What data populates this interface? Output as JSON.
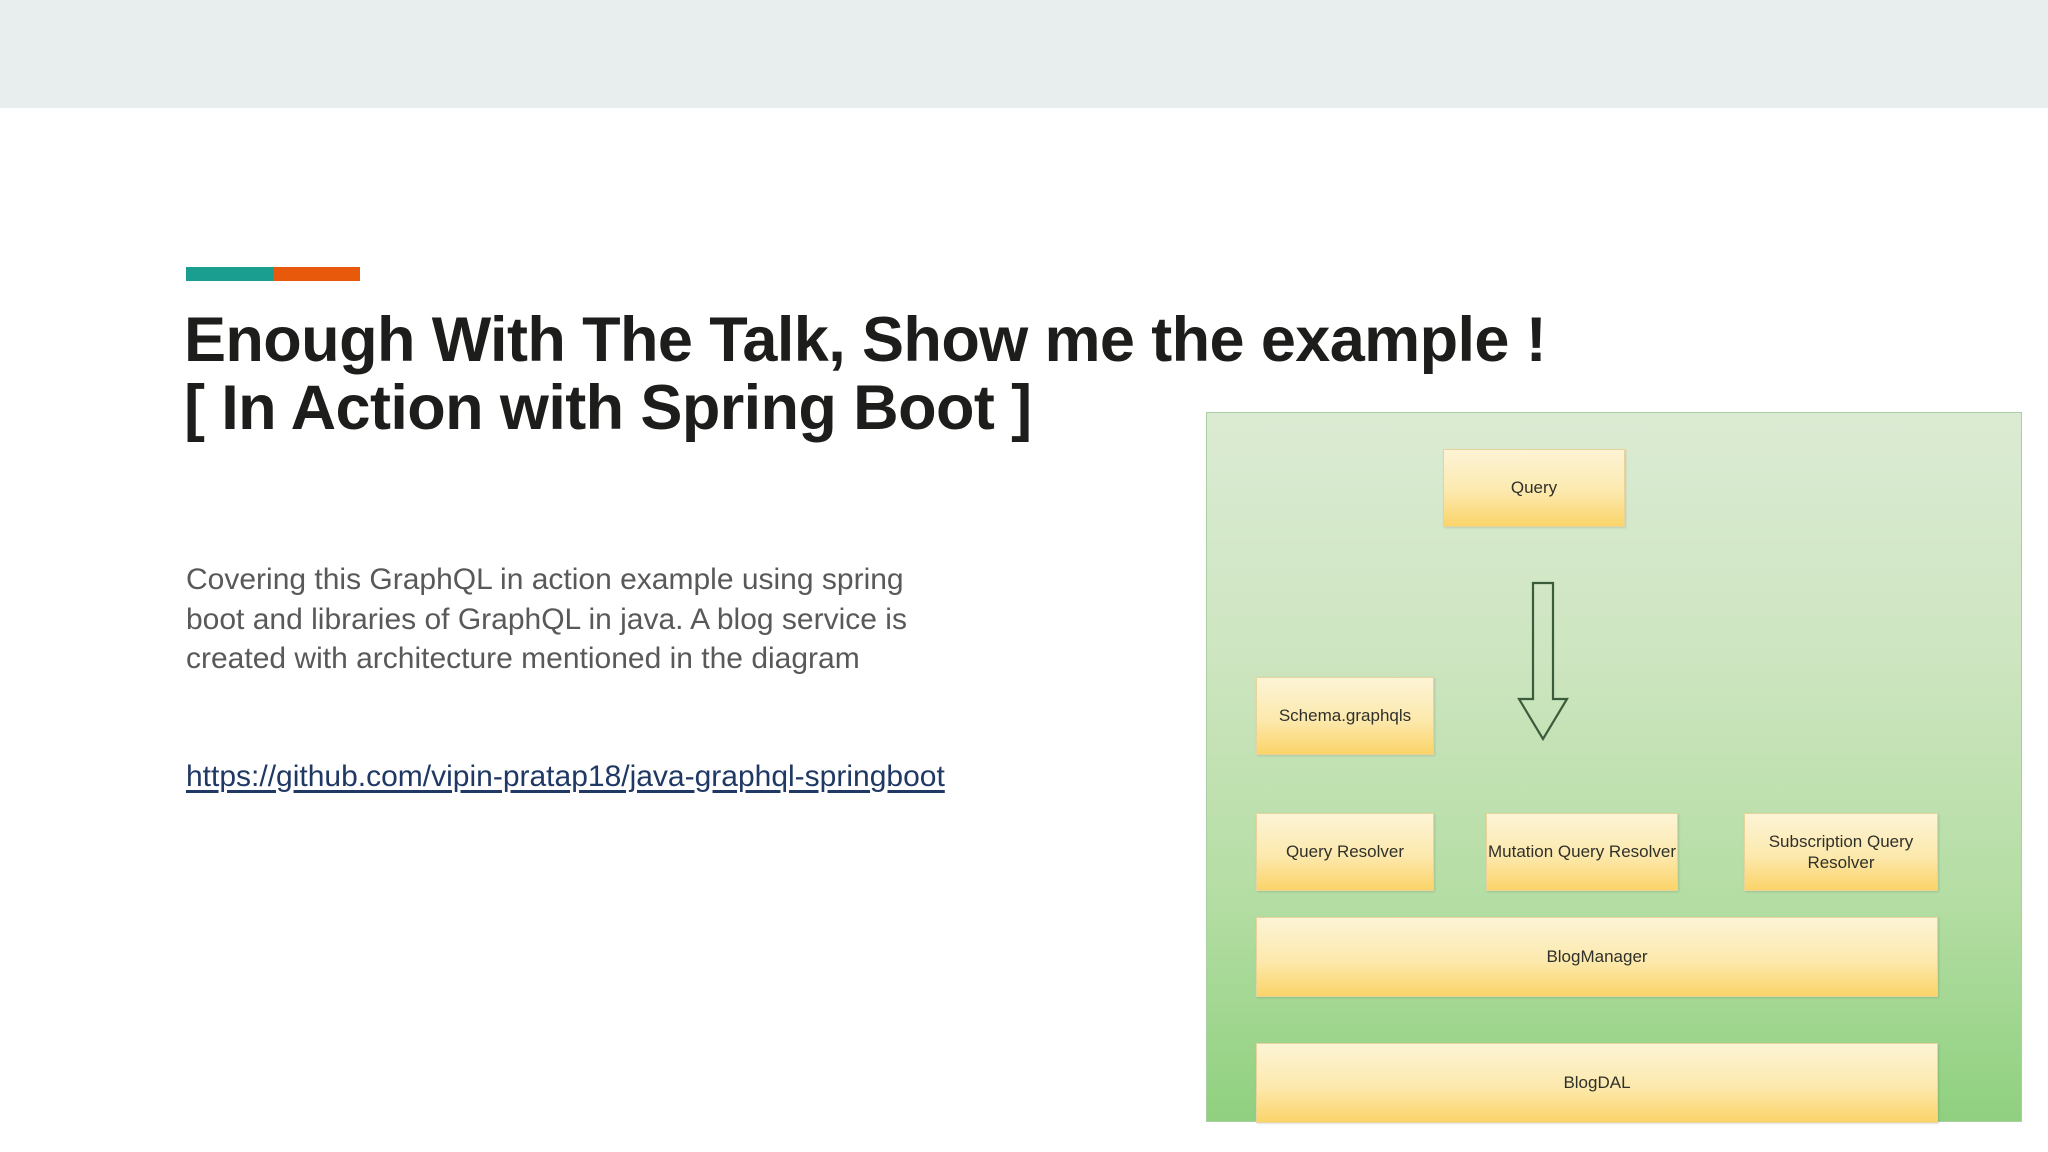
{
  "slide": {
    "title": "Enough With The Talk, Show me the example !\n[ In Action with Spring Boot ]",
    "body": "Covering this GraphQL in action example using spring boot and libraries of GraphQL in java. A blog service is created with architecture mentioned in the diagram",
    "link": "https://github.com/vipin-pratap18/java-graphql-springboot"
  },
  "accent_bar": {
    "teal": "#1a9e8f",
    "orange": "#e8590c"
  },
  "colors": {
    "top_band": "#e8eded",
    "title_text": "#1d1d1b",
    "body_text": "#595959",
    "link_text": "#1f3864",
    "diagram_green_top": "#dbebd3",
    "diagram_green_bottom": "#8fd07f",
    "node_fill_light": "#fdf4d6",
    "node_fill_dark": "#fbd469",
    "arrow_stroke": "#3b5c3b"
  },
  "diagram": {
    "nodes": {
      "query": "Query",
      "schema": "Schema.graphqls",
      "query_resolver": "Query Resolver",
      "mutation_resolver": "Mutation Query Resolver",
      "subscription_resolver": "Subscription Query Resolver",
      "blog_manager": "BlogManager",
      "blog_dal": "BlogDAL"
    },
    "arrow": "down-block-arrow"
  }
}
